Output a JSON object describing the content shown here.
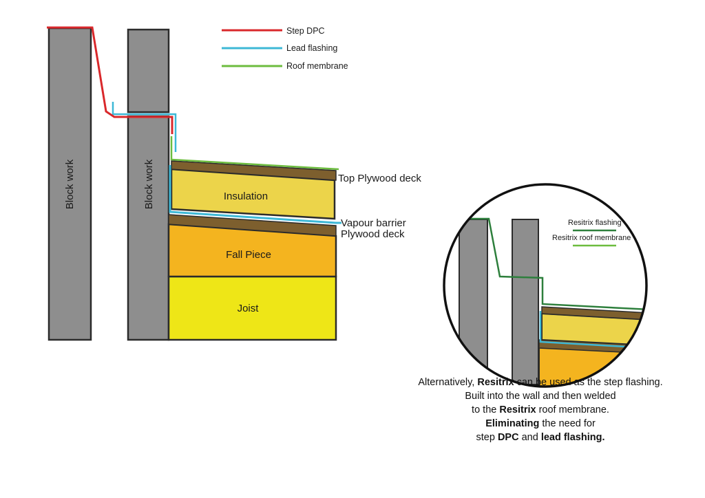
{
  "legend": {
    "step_dpc": "Step DPC",
    "lead_flashing": "Lead flashing",
    "roof_membrane": "Roof membrane"
  },
  "labels": {
    "block_work_outer": "Block work",
    "block_work_inner": "Block work",
    "insulation": "Insulation",
    "fall_piece": "Fall Piece",
    "joist": "Joist",
    "top_plywood_deck": "Top Plywood deck",
    "vapour_barrier": "Vapour barrier",
    "plywood_deck": "Plywood deck"
  },
  "detail_legend": {
    "resitrix_flashing": "Resitrix flashing",
    "resitrix_roof_membrane": "Resitrix roof membrane"
  },
  "caption": {
    "l1_pre": "Alternatively, ",
    "l1_bold": "Resitrix",
    "l1_post": " can be used as the step flashing.",
    "l2": "Built into the wall and then welded",
    "l3_pre": "to the ",
    "l3_bold": "Resitrix",
    "l3_post": " roof membrane.",
    "l4_bold": "Eliminating",
    "l4_post": " the need for",
    "l5_pre": "step ",
    "l5_bold1": "DPC",
    "l5_mid": " and ",
    "l5_bold2": "lead flashing."
  },
  "colors": {
    "block": "#8e8e8e",
    "step_dpc": "#d9282b",
    "lead_flashing": "#3db8d6",
    "roof_membrane": "#6cbc3e",
    "plywood": "#7d5f2e",
    "insulation": "#ecd44a",
    "fall_piece": "#f4b41f",
    "joist": "#eee617",
    "resitrix": "#2d7f3c"
  }
}
